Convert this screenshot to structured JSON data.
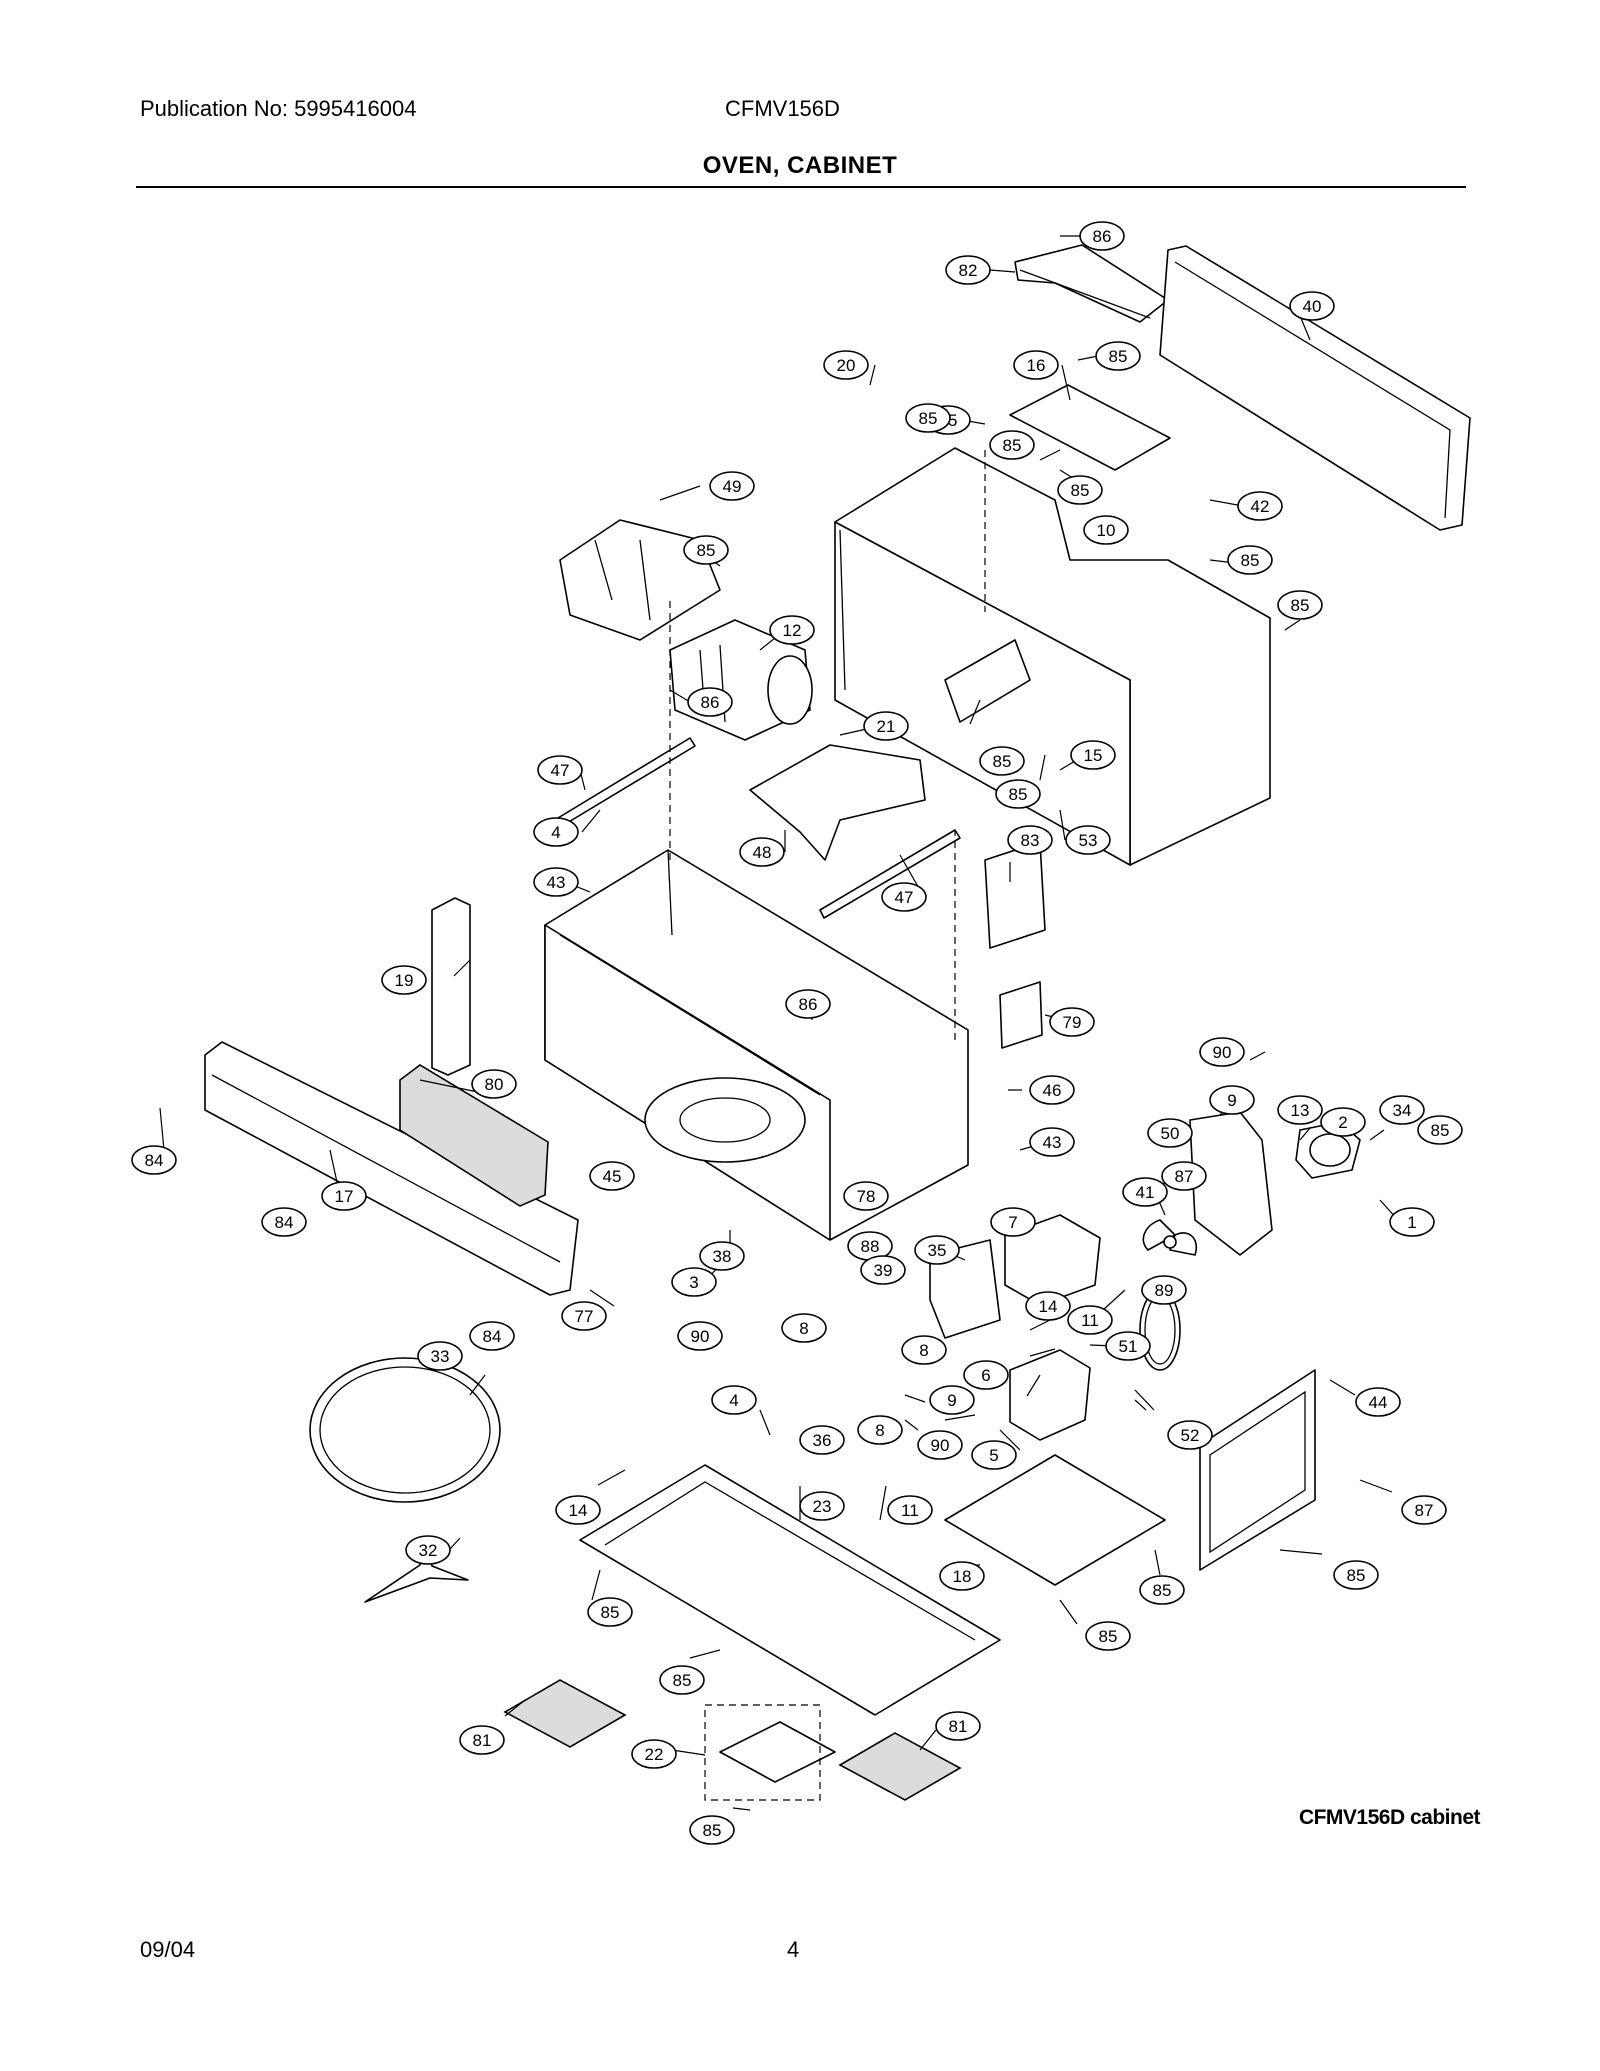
{
  "header": {
    "publication": "Publication No: 5995416004",
    "model": "CFMV156D",
    "title": "OVEN, CABINET"
  },
  "figure_caption": "CFMV156D cabinet",
  "footer": {
    "date": "09/04",
    "page": "4"
  },
  "callouts": [
    "86",
    "82",
    "40",
    "16",
    "85",
    "85",
    "85",
    "85",
    "85",
    "20",
    "42",
    "10",
    "85",
    "85",
    "49",
    "12",
    "85",
    "86",
    "21",
    "85",
    "85",
    "15",
    "53",
    "47",
    "4",
    "48",
    "47",
    "83",
    "43",
    "19",
    "86",
    "79",
    "80",
    "84",
    "17",
    "84",
    "90",
    "9",
    "46",
    "13",
    "2",
    "34",
    "85",
    "50",
    "43",
    "87",
    "45",
    "78",
    "88",
    "41",
    "1",
    "38",
    "3",
    "90",
    "7",
    "35",
    "89",
    "39",
    "14",
    "11",
    "77",
    "84",
    "51",
    "8",
    "8",
    "33",
    "6",
    "4",
    "36",
    "8",
    "9",
    "90",
    "5",
    "52",
    "44",
    "14",
    "23",
    "11",
    "87",
    "32",
    "18",
    "85",
    "85",
    "85",
    "85",
    "85",
    "81",
    "81",
    "22",
    "85"
  ]
}
